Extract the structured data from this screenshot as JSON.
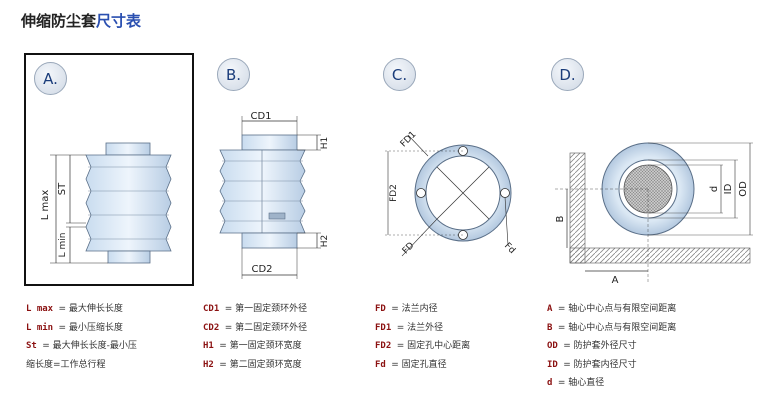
{
  "title": {
    "part1": "伸缩防尘套",
    "part2": "尺寸表"
  },
  "panels": [
    {
      "badge": "A.",
      "labels": {
        "lmax": "L max",
        "st": "ST",
        "lmin": "L min"
      }
    },
    {
      "badge": "B.",
      "labels": {
        "cd1": "CD1",
        "cd2": "CD2",
        "h1": "H1",
        "h2": "H2"
      }
    },
    {
      "badge": "C.",
      "labels": {
        "fd1": "FD1",
        "fd2": "FD2",
        "fd": "FD",
        "fd_small": "Fd"
      }
    },
    {
      "badge": "D.",
      "labels": {
        "a": "A",
        "b": "B",
        "d": "d",
        "id": "ID",
        "od": "OD"
      }
    }
  ],
  "legend": {
    "col1": [
      {
        "key": "L max",
        "text": "= 最大伸长长度"
      },
      {
        "key": "L min",
        "text": "= 最小压缩长度"
      },
      {
        "key": "St",
        "text": "= 最大伸长长度-最小压"
      },
      {
        "key": "",
        "text": "缩长度=工作总行程"
      }
    ],
    "col2": [
      {
        "key": "CD1",
        "text": "= 第一固定颈环外径"
      },
      {
        "key": "CD2",
        "text": "= 第二固定颈环外径"
      },
      {
        "key": "H1",
        "text": "= 第一固定颈环宽度"
      },
      {
        "key": "H2",
        "text": "= 第二固定颈环宽度"
      }
    ],
    "col3": [
      {
        "key": "FD",
        "text": "= 法兰内径"
      },
      {
        "key": "FD1",
        "text": "= 法兰外径"
      },
      {
        "key": "FD2",
        "text": "= 固定孔中心距离"
      },
      {
        "key": "Fd",
        "text": "= 固定孔直径"
      }
    ],
    "col4": [
      {
        "key": "A",
        "text": "= 轴心中心点与有限空间距离"
      },
      {
        "key": "B",
        "text": "= 轴心中心点与有限空间距离"
      },
      {
        "key": "OD",
        "text": "= 防护套外径尺寸"
      },
      {
        "key": "ID",
        "text": "= 防护套内径尺寸"
      },
      {
        "key": "d",
        "text": "= 轴心直径"
      }
    ]
  }
}
